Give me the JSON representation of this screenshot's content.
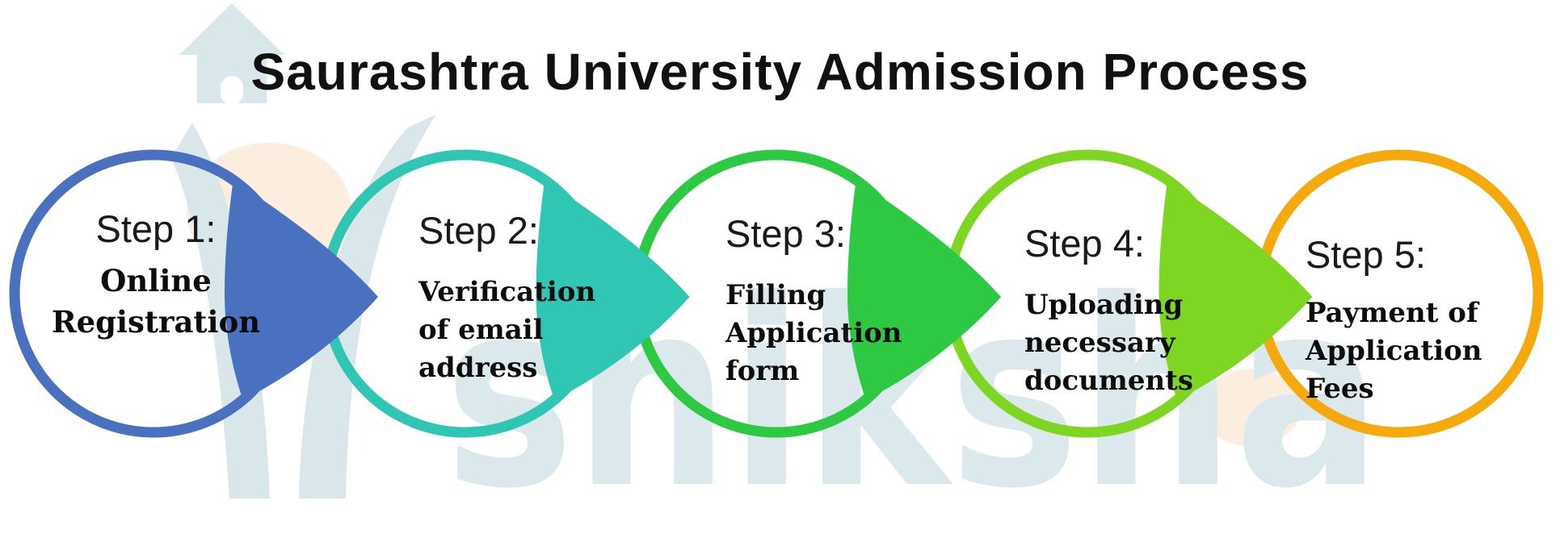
{
  "title": "Saurashtra University Admission Process",
  "watermark": {
    "brand": "shiksha"
  },
  "palette": {
    "peach": "#fceede",
    "watermark": "#d9e7eb",
    "wordmark": "#dbe8ec"
  },
  "steps": [
    {
      "label": "Step 1:",
      "description": "Online\nRegistration",
      "color": "#4a70c0"
    },
    {
      "label": "Step 2:",
      "description": "Verification\nof email\naddress",
      "color": "#2fc6b3"
    },
    {
      "label": "Step 3:",
      "description": "Filling\nApplication\nform",
      "color": "#2ec943"
    },
    {
      "label": "Step 4:",
      "description": "Uploading\nnecessary\ndocuments",
      "color": "#7fd622"
    },
    {
      "label": "Step 5:",
      "description": "Payment of\nApplication\nFees",
      "color": "#f6a90d"
    }
  ]
}
